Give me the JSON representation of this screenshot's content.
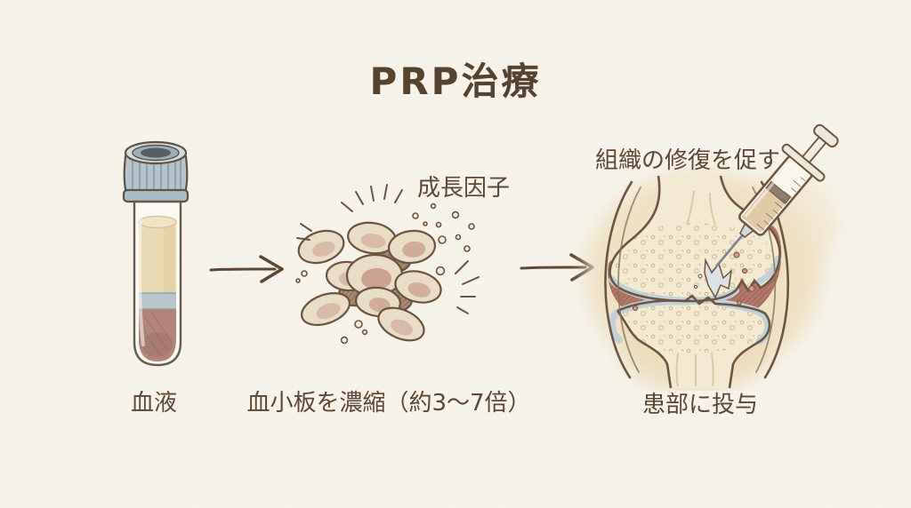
{
  "title": "PRP治療",
  "steps": [
    {
      "id": "blood",
      "label": "血液"
    },
    {
      "id": "platelet-concentration",
      "label": "血小板を濃縮（約3〜7倍）",
      "annotation": "成長因子"
    },
    {
      "id": "injection",
      "label": "患部に投与",
      "annotation": "組織の修復を促す"
    }
  ],
  "colors": {
    "background": "#f8f5ec",
    "ink": "#5a4330",
    "outline": "#6b5340",
    "tube_cap": "#b7c6ce",
    "plasma_layer": "#ecdcb4",
    "buffy_coat_layer": "#b9c7cd",
    "red_cell_layer": "#b28579",
    "platelet_fill": "#ecdfc8",
    "platelet_center": "#d2ab97",
    "joint_wash": "#f1e0bd",
    "bone": "#f6ecd3",
    "cartilage": "#c3d2da",
    "joint_space": "#b27767",
    "syringe_liquid": "#e4cba6"
  }
}
